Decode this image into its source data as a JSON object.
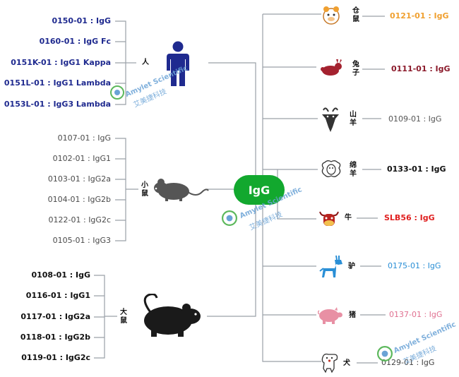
{
  "center": "IgG",
  "left_groups": [
    {
      "species": "人",
      "items": [
        "0150-01 : IgG",
        "0160-01 : IgG Fc",
        "0151K-01 : IgG1 Kappa",
        "0151L-01 : IgG1 Lambda",
        "0153L-01 : IgG3 Lambda"
      ]
    },
    {
      "species": "小鼠",
      "items": [
        "0107-01 : IgG",
        "0102-01 : IgG1",
        "0103-01 : IgG2a",
        "0104-01 : IgG2b",
        "0122-01 : IgG2c",
        "0105-01 : IgG3"
      ]
    },
    {
      "species": "大鼠",
      "items": [
        "0108-01 : IgG",
        "0116-01 : IgG1",
        "0117-01 : IgG2a",
        "0118-01 : IgG2b",
        "0119-01 : IgG2c"
      ]
    }
  ],
  "right_items": [
    {
      "species": "仓鼠",
      "label": "0121-01 : IgG",
      "color": "#f0a030"
    },
    {
      "species": "兔子",
      "label": "0111-01 : IgG",
      "color": "#8b1a2b"
    },
    {
      "species": "山羊",
      "label": "0109-01 : IgG",
      "color": "#555555"
    },
    {
      "species": "绵羊",
      "label": "0133-01 : IgG",
      "color": "#111111"
    },
    {
      "species": "牛",
      "label": "SLB56 : IgG",
      "color": "#e02020"
    },
    {
      "species": "驴",
      "label": "0175-01 : IgG",
      "color": "#2a8fd6"
    },
    {
      "species": "猪",
      "label": "0137-01 : IgG",
      "color": "#e07090"
    },
    {
      "species": "犬",
      "label": "0129-01 : IgG",
      "color": "#444444"
    }
  ],
  "watermark": {
    "line1": "Amylet Scientific",
    "line2": "艾美捷科技"
  },
  "colors": {
    "center": "#12a82e",
    "line": "#9aa0a8",
    "human": "#1f2a8f"
  }
}
